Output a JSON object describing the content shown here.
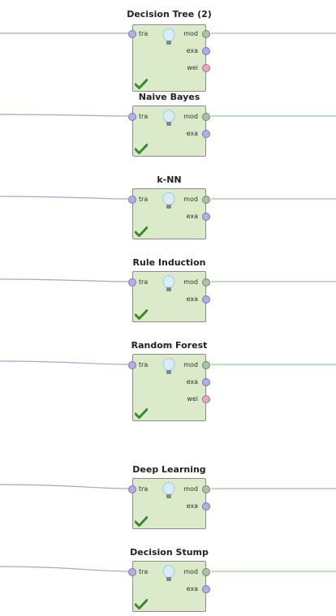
{
  "operators": [
    {
      "title": "Decision Tree (2)",
      "ports_in": [
        "tra"
      ],
      "ports_out": [
        "mod",
        "exa",
        "wei"
      ]
    },
    {
      "title": "Naive Bayes",
      "ports_in": [
        "tra"
      ],
      "ports_out": [
        "mod",
        "exa"
      ]
    },
    {
      "title": "k-NN",
      "ports_in": [
        "tra"
      ],
      "ports_out": [
        "mod",
        "exa"
      ]
    },
    {
      "title": "Rule Induction",
      "ports_in": [
        "tra"
      ],
      "ports_out": [
        "mod",
        "exa"
      ]
    },
    {
      "title": "Random Forest",
      "ports_in": [
        "tra"
      ],
      "ports_out": [
        "mod",
        "exa",
        "wei"
      ]
    },
    {
      "title": "Deep Learning",
      "ports_in": [
        "tra"
      ],
      "ports_out": [
        "mod",
        "exa"
      ]
    },
    {
      "title": "Decision Stump",
      "ports_in": [
        "tra"
      ],
      "ports_out": [
        "mod",
        "exa"
      ]
    }
  ],
  "icons": {
    "operator": "lightbulb-icon",
    "status": "checkmark-icon"
  },
  "colors": {
    "operator_fill": "#dbeac8",
    "input_wire": "#a9a3d8",
    "output_wire": "#9fc59a",
    "port_example": "#b4aee3",
    "port_model": "#a8c4a4",
    "port_weight": "#e6a8c7",
    "check": "#3b8a2a"
  }
}
